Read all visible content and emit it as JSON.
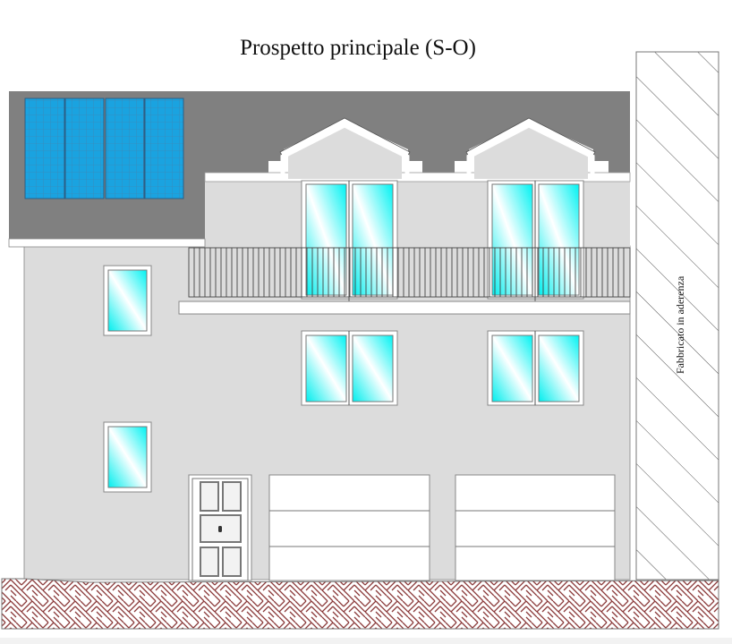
{
  "drawing": {
    "title": "Prospetto principale (S-O)",
    "adjacent_building_label": "Fabbricato in aderenza",
    "colors": {
      "roof": "#808080",
      "wall": "#dcdcdc",
      "trim": "#ffffff",
      "glass_light": "#ffffff",
      "glass_cyan": "#00f0f0",
      "solar_panel": "#1aa3e0",
      "outline": "#6e6e6e",
      "ground_hatch": "#8b3a3a"
    },
    "elements": {
      "solar_panels": {
        "count": 4
      },
      "dormers": {
        "count": 2
      },
      "balcony_doors": {
        "count": 2
      },
      "first_floor_windows": {
        "count": 2
      },
      "left_windows": {
        "count": 2
      },
      "entrance_door": {
        "panels": 5
      },
      "garage_doors": {
        "count": 2,
        "sections": 3
      }
    }
  }
}
